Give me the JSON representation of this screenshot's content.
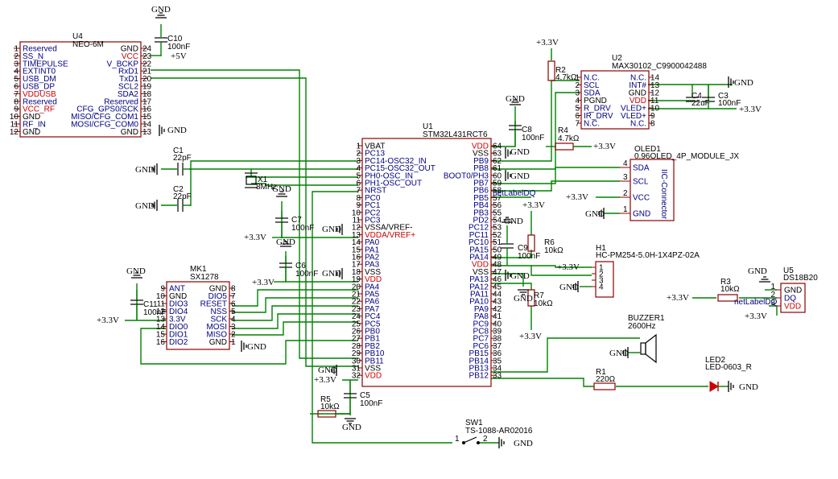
{
  "power_labels": {
    "gnd": "GND",
    "v33": "+3.3V",
    "v5": "+5V"
  },
  "net_labels": {
    "net_dq": "netLabelDQ"
  },
  "u4": {
    "ref": "U4",
    "name": "NEO-6M",
    "left": [
      {
        "num": "1",
        "name": "Reserved",
        "color": "blue"
      },
      {
        "num": "2",
        "name": "SS_N",
        "color": "blue"
      },
      {
        "num": "3",
        "name": "TIMEPULSE",
        "color": "blue"
      },
      {
        "num": "4",
        "name": "EXTINT0",
        "color": "blue"
      },
      {
        "num": "5",
        "name": "USB_DM",
        "color": "blue"
      },
      {
        "num": "6",
        "name": "USB_DP",
        "color": "blue"
      },
      {
        "num": "7",
        "name": "VDDUSB",
        "color": "red"
      },
      {
        "num": "8",
        "name": "Reserved",
        "color": "blue"
      },
      {
        "num": "9",
        "name": "VCC_RF",
        "color": "red"
      },
      {
        "num": "10",
        "name": "GND",
        "color": "black"
      },
      {
        "num": "11",
        "name": "RF_IN",
        "color": "blue"
      },
      {
        "num": "12",
        "name": "GND",
        "color": "black"
      }
    ],
    "right": [
      {
        "num": "24",
        "name": "GND",
        "color": "black"
      },
      {
        "num": "23",
        "name": "VCC",
        "color": "red"
      },
      {
        "num": "22",
        "name": "V_BCKP",
        "color": "blue"
      },
      {
        "num": "21",
        "name": "RxD1",
        "color": "blue"
      },
      {
        "num": "20",
        "name": "TxD1",
        "color": "blue"
      },
      {
        "num": "19",
        "name": "SCL2",
        "color": "blue"
      },
      {
        "num": "18",
        "name": "SDA2",
        "color": "blue"
      },
      {
        "num": "17",
        "name": "Reserved",
        "color": "blue"
      },
      {
        "num": "16",
        "name": "CFG_GPS0/SCK",
        "color": "blue"
      },
      {
        "num": "15",
        "name": "MISO/CFG_COM1",
        "color": "blue"
      },
      {
        "num": "14",
        "name": "MOSI/CFG_COM0",
        "color": "blue"
      },
      {
        "num": "13",
        "name": "GND",
        "color": "black"
      }
    ]
  },
  "u1": {
    "ref": "U1",
    "name": "STM32L431RCT6",
    "left": [
      {
        "num": "1",
        "name": "VBAT",
        "color": "black"
      },
      {
        "num": "2",
        "name": "PC13",
        "color": "blue"
      },
      {
        "num": "3",
        "name": "PC14-OSC32_IN",
        "color": "blue"
      },
      {
        "num": "4",
        "name": "PC15-OSC32_OUT",
        "color": "blue"
      },
      {
        "num": "5",
        "name": "PH0-OSC_IN",
        "color": "blue"
      },
      {
        "num": "6",
        "name": "PH1-OSC_OUT",
        "color": "blue"
      },
      {
        "num": "7",
        "name": "NRST",
        "color": "blue"
      },
      {
        "num": "8",
        "name": "PC0",
        "color": "blue"
      },
      {
        "num": "9",
        "name": "PC1",
        "color": "blue"
      },
      {
        "num": "10",
        "name": "PC2",
        "color": "blue"
      },
      {
        "num": "11",
        "name": "PC3",
        "color": "blue"
      },
      {
        "num": "12",
        "name": "VSSA/VREF-",
        "color": "black"
      },
      {
        "num": "13",
        "name": "VDDA/VREF+",
        "color": "red"
      },
      {
        "num": "14",
        "name": "PA0",
        "color": "blue"
      },
      {
        "num": "15",
        "name": "PA1",
        "color": "blue"
      },
      {
        "num": "16",
        "name": "PA2",
        "color": "blue"
      },
      {
        "num": "17",
        "name": "PA3",
        "color": "blue"
      },
      {
        "num": "18",
        "name": "VSS",
        "color": "black"
      },
      {
        "num": "19",
        "name": "VDD",
        "color": "red"
      },
      {
        "num": "20",
        "name": "PA4",
        "color": "blue"
      },
      {
        "num": "21",
        "name": "PA5",
        "color": "blue"
      },
      {
        "num": "22",
        "name": "PA6",
        "color": "blue"
      },
      {
        "num": "23",
        "name": "PA7",
        "color": "blue"
      },
      {
        "num": "24",
        "name": "PC4",
        "color": "blue"
      },
      {
        "num": "25",
        "name": "PC5",
        "color": "blue"
      },
      {
        "num": "26",
        "name": "PB0",
        "color": "blue"
      },
      {
        "num": "27",
        "name": "PB1",
        "color": "blue"
      },
      {
        "num": "28",
        "name": "PB2",
        "color": "blue"
      },
      {
        "num": "29",
        "name": "PB10",
        "color": "blue"
      },
      {
        "num": "30",
        "name": "PB11",
        "color": "blue"
      },
      {
        "num": "31",
        "name": "VSS",
        "color": "black"
      },
      {
        "num": "32",
        "name": "VDD",
        "color": "red"
      }
    ],
    "right": [
      {
        "num": "64",
        "name": "VDD",
        "color": "red"
      },
      {
        "num": "63",
        "name": "VSS",
        "color": "black"
      },
      {
        "num": "62",
        "name": "PB9",
        "color": "blue"
      },
      {
        "num": "61",
        "name": "PB8",
        "color": "blue"
      },
      {
        "num": "60",
        "name": "BOOT0/PH3",
        "color": "blue"
      },
      {
        "num": "59",
        "name": "PB7",
        "color": "blue"
      },
      {
        "num": "58",
        "name": "PB6",
        "color": "blue"
      },
      {
        "num": "57",
        "name": "PB5",
        "color": "blue"
      },
      {
        "num": "56",
        "name": "PB4",
        "color": "blue"
      },
      {
        "num": "55",
        "name": "PB3",
        "color": "blue"
      },
      {
        "num": "54",
        "name": "PD2",
        "color": "blue"
      },
      {
        "num": "53",
        "name": "PC12",
        "color": "blue"
      },
      {
        "num": "52",
        "name": "PC11",
        "color": "blue"
      },
      {
        "num": "51",
        "name": "PC10",
        "color": "blue"
      },
      {
        "num": "50",
        "name": "PA15",
        "color": "blue"
      },
      {
        "num": "49",
        "name": "PA14",
        "color": "blue"
      },
      {
        "num": "48",
        "name": "VDD",
        "color": "red"
      },
      {
        "num": "47",
        "name": "VSS",
        "color": "black"
      },
      {
        "num": "46",
        "name": "PA13",
        "color": "blue"
      },
      {
        "num": "45",
        "name": "PA12",
        "color": "blue"
      },
      {
        "num": "44",
        "name": "PA11",
        "color": "blue"
      },
      {
        "num": "43",
        "name": "PA10",
        "color": "blue"
      },
      {
        "num": "42",
        "name": "PA9",
        "color": "blue"
      },
      {
        "num": "41",
        "name": "PA8",
        "color": "blue"
      },
      {
        "num": "40",
        "name": "PC9",
        "color": "blue"
      },
      {
        "num": "39",
        "name": "PC8",
        "color": "blue"
      },
      {
        "num": "38",
        "name": "PC7",
        "color": "blue"
      },
      {
        "num": "37",
        "name": "PC6",
        "color": "blue"
      },
      {
        "num": "36",
        "name": "PB15",
        "color": "blue"
      },
      {
        "num": "35",
        "name": "PB14",
        "color": "blue"
      },
      {
        "num": "34",
        "name": "PB13",
        "color": "blue"
      },
      {
        "num": "33",
        "name": "PB12",
        "color": "blue"
      }
    ]
  },
  "u2": {
    "ref": "U2",
    "name": "MAX30102_C9900042488",
    "left": [
      {
        "num": "1",
        "name": "N.C.",
        "color": "blue"
      },
      {
        "num": "2",
        "name": "SCL",
        "color": "blue"
      },
      {
        "num": "3",
        "name": "SDA",
        "color": "blue"
      },
      {
        "num": "4",
        "name": "PGND",
        "color": "black"
      },
      {
        "num": "5",
        "name": "R_DRV",
        "color": "blue"
      },
      {
        "num": "6",
        "name": "IR_DRV",
        "color": "blue"
      },
      {
        "num": "7",
        "name": "N.C.",
        "color": "blue"
      }
    ],
    "right": [
      {
        "num": "14",
        "name": "N.C.",
        "color": "blue"
      },
      {
        "num": "13",
        "name": "INT#",
        "color": "blue"
      },
      {
        "num": "12",
        "name": "GND",
        "color": "black"
      },
      {
        "num": "11",
        "name": "VDD",
        "color": "red"
      },
      {
        "num": "10",
        "name": "VLED+",
        "color": "blue"
      },
      {
        "num": "9",
        "name": "VLED+",
        "color": "blue"
      },
      {
        "num": "8",
        "name": "N.C.",
        "color": "blue"
      }
    ]
  },
  "mk1": {
    "ref": "MK1",
    "name": "SX1278",
    "left": [
      {
        "num": "9",
        "name": "ANT",
        "color": "blue"
      },
      {
        "num": "10",
        "name": "GND",
        "color": "black"
      },
      {
        "num": "11",
        "name": "DIO3",
        "color": "blue"
      },
      {
        "num": "12",
        "name": "DIO4",
        "color": "blue"
      },
      {
        "num": "13",
        "name": "3.3V",
        "color": "blue"
      },
      {
        "num": "14",
        "name": "DIO0",
        "color": "blue"
      },
      {
        "num": "15",
        "name": "DIO1",
        "color": "blue"
      },
      {
        "num": "16",
        "name": "DIO2",
        "color": "blue"
      }
    ],
    "right": [
      {
        "num": "8",
        "name": "GND",
        "color": "black"
      },
      {
        "num": "7",
        "name": "DIO5",
        "color": "blue"
      },
      {
        "num": "6",
        "name": "RESET",
        "color": "blue"
      },
      {
        "num": "5",
        "name": "NSS",
        "color": "blue"
      },
      {
        "num": "4",
        "name": "SCK",
        "color": "blue"
      },
      {
        "num": "3",
        "name": "MOSI",
        "color": "blue"
      },
      {
        "num": "2",
        "name": "MISO",
        "color": "blue"
      },
      {
        "num": "1",
        "name": "GND",
        "color": "black"
      }
    ]
  },
  "oled": {
    "ref": "OLED1",
    "name": "0.96OLED_4P_MODULE_JX",
    "inner": "IIC-Connector",
    "pins": [
      {
        "num": "4",
        "name": "SDA"
      },
      {
        "num": "3",
        "name": "SCL"
      },
      {
        "num": "2",
        "name": "VCC"
      },
      {
        "num": "1",
        "name": "GND"
      }
    ]
  },
  "h1": {
    "ref": "H1",
    "name": "HC-PM254-5.0H-1X4PZ-02A",
    "pins": [
      "1",
      "2",
      "3",
      "4"
    ]
  },
  "u5": {
    "ref": "U5",
    "name": "DS18B20",
    "pins": [
      {
        "num": "1",
        "name": "GND",
        "color": "black"
      },
      {
        "num": "2",
        "name": "DQ",
        "color": "blue"
      },
      {
        "num": "3",
        "name": "VDD",
        "color": "red"
      }
    ]
  },
  "buzzer": {
    "ref": "BUZZER1",
    "value": "2600Hz"
  },
  "led": {
    "ref": "LED2",
    "value": "LED-0603_R"
  },
  "sw": {
    "ref": "SW1",
    "value": "TS-1088-AR02016",
    "pin1": "1",
    "pin2": "2"
  },
  "xtal": {
    "ref": "X1",
    "value": "8MHz"
  },
  "caps": {
    "c1": {
      "ref": "C1",
      "value": "22pF"
    },
    "c2": {
      "ref": "C2",
      "value": "22pF"
    },
    "c3": {
      "ref": "C3",
      "value": "100nF"
    },
    "c4": {
      "ref": "C4",
      "value": "22uF"
    },
    "c5": {
      "ref": "C5",
      "value": "100nF"
    },
    "c6": {
      "ref": "C6",
      "value": "100nF"
    },
    "c7": {
      "ref": "C7",
      "value": "100nF"
    },
    "c8": {
      "ref": "C8",
      "value": "100nF"
    },
    "c9": {
      "ref": "C9",
      "value": "100nF"
    },
    "c10": {
      "ref": "C10",
      "value": "100nF"
    },
    "c11": {
      "ref": "C11",
      "value": "100nF"
    }
  },
  "res": {
    "r1": {
      "ref": "R1",
      "value": "220Ω"
    },
    "r2": {
      "ref": "R2",
      "value": "4.7kΩ"
    },
    "r3": {
      "ref": "R3",
      "value": "10kΩ"
    },
    "r4": {
      "ref": "R4",
      "value": "4.7kΩ"
    },
    "r5": {
      "ref": "R5",
      "value": "10kΩ"
    },
    "r6": {
      "ref": "R6",
      "value": "10kΩ"
    },
    "r7": {
      "ref": "R7",
      "value": "10kΩ"
    }
  }
}
